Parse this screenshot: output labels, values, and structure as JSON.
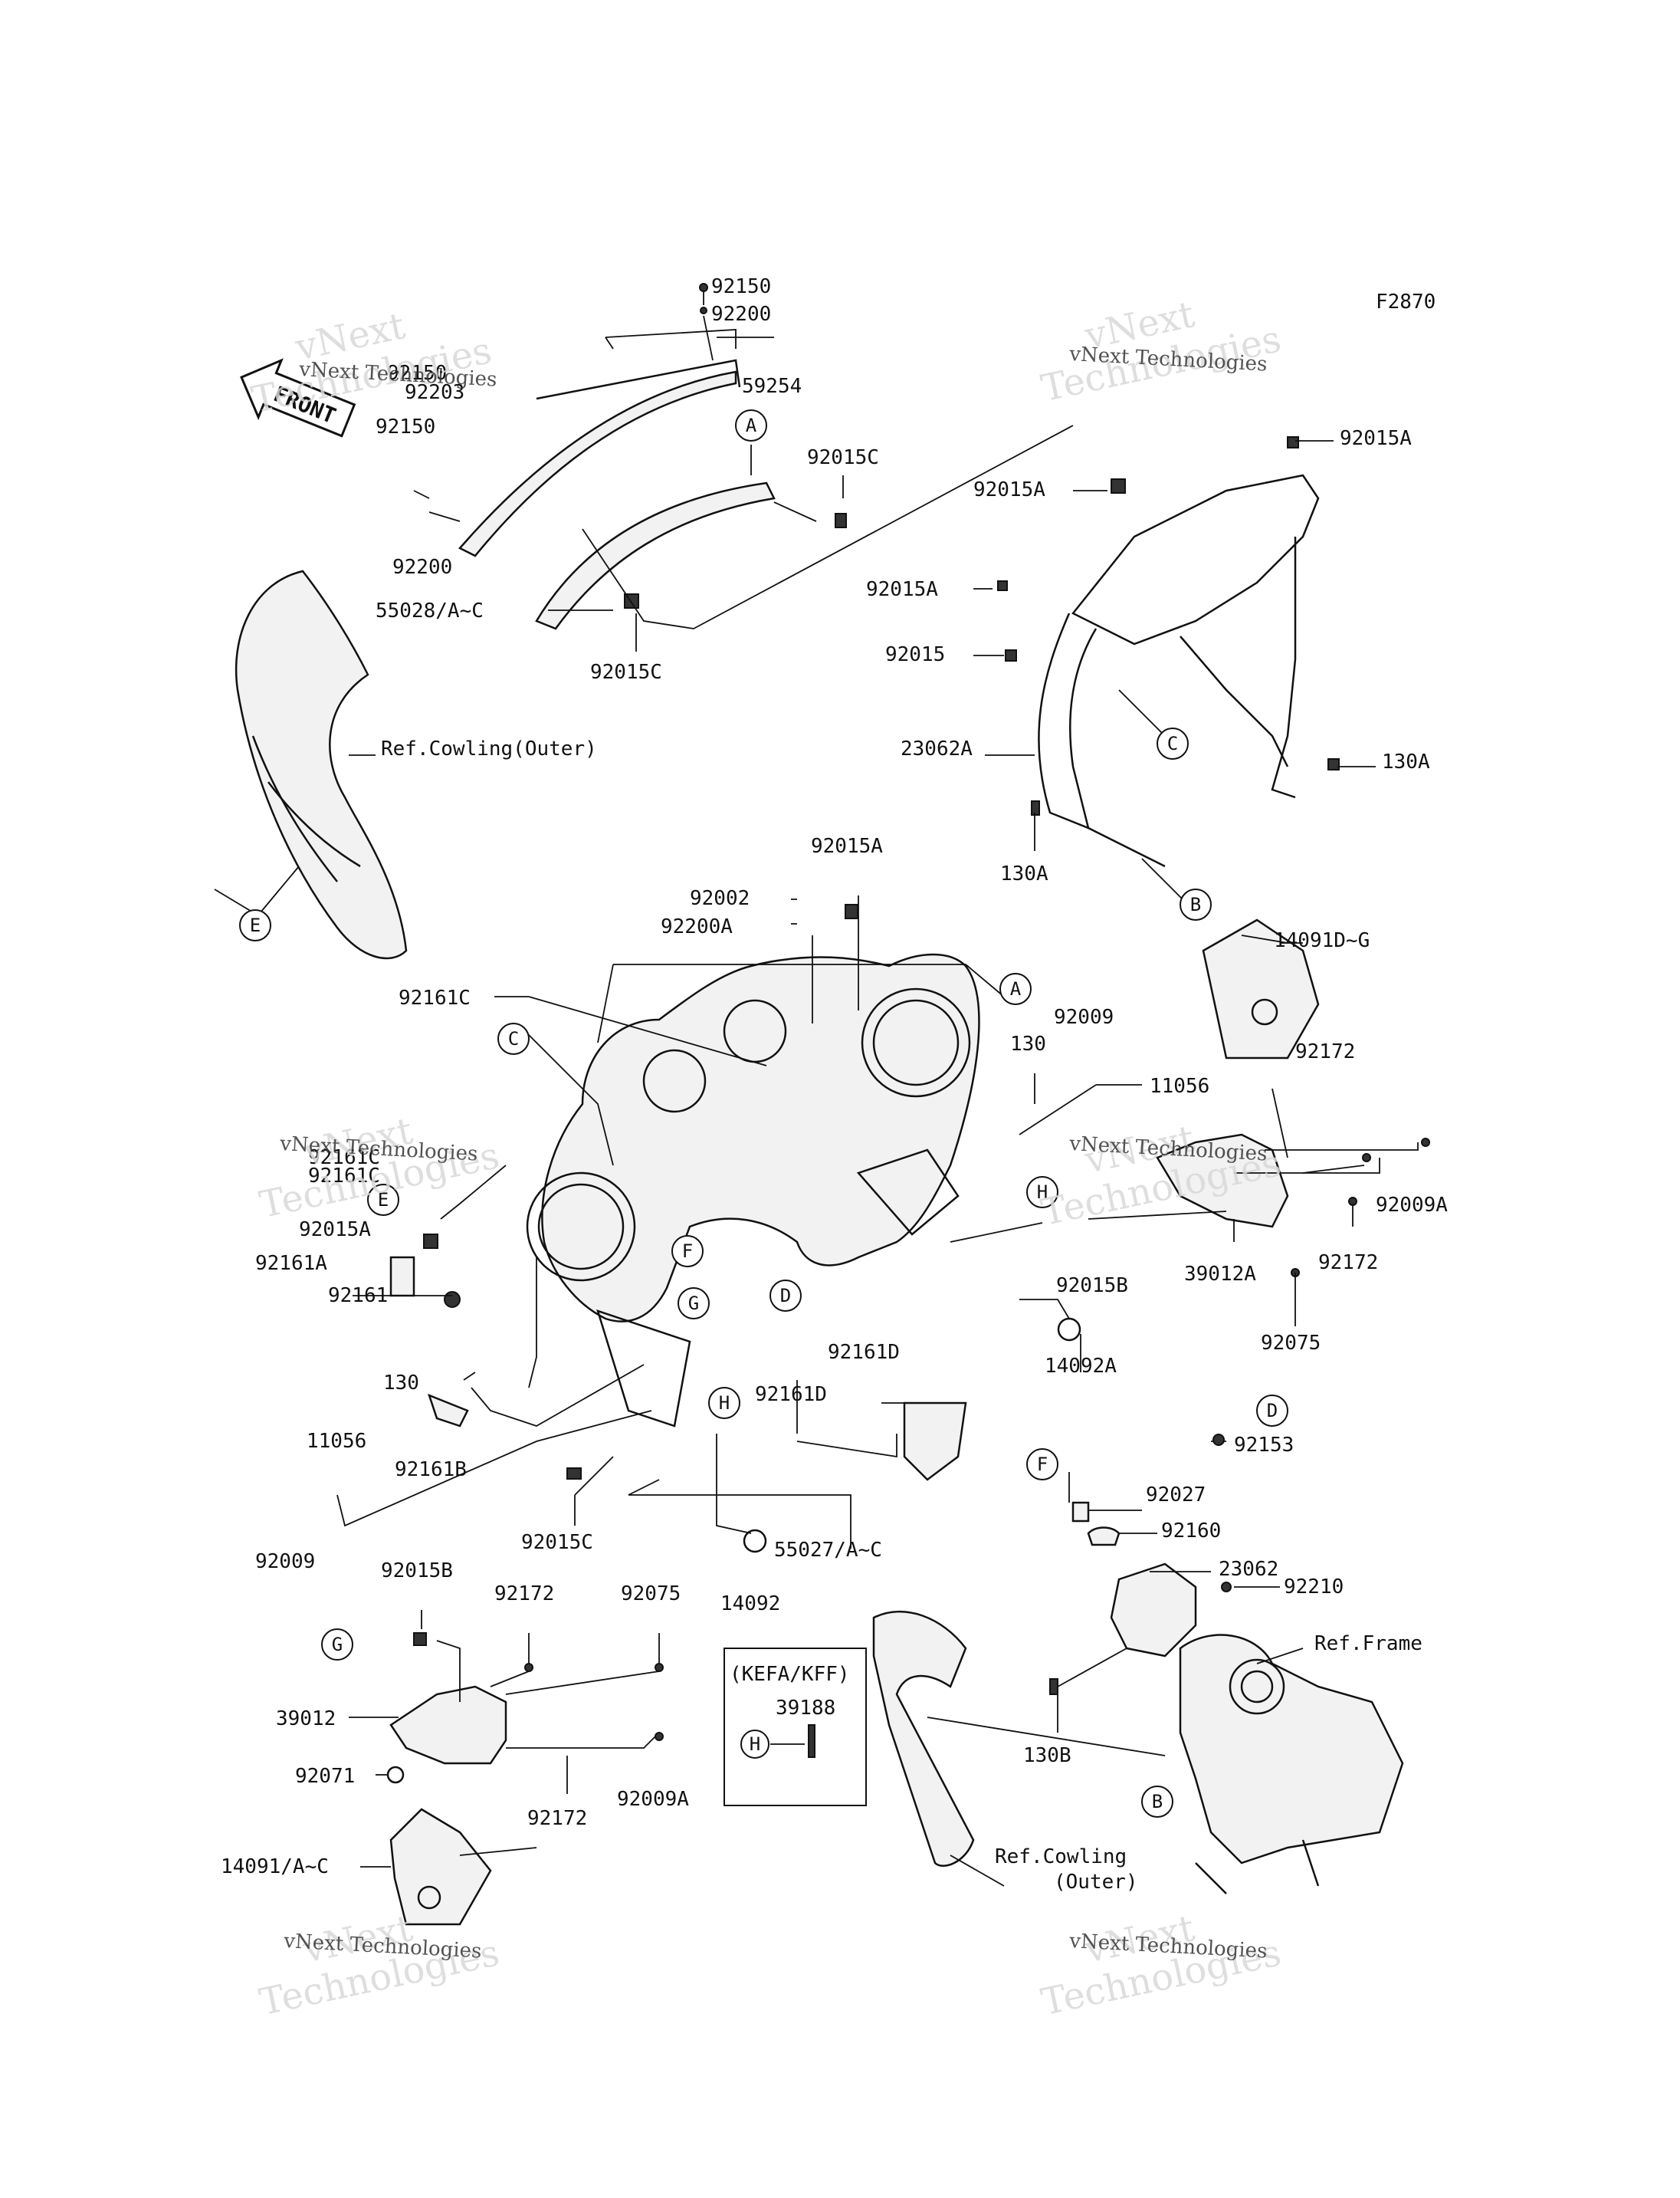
{
  "figure_code": "F2870",
  "front_tag": "FRONT",
  "watermark": {
    "line1": "vNext",
    "line2": "Technologies",
    "caption": "vNext Technologies"
  },
  "variant_box": {
    "title": "(KEFA/KFF)",
    "part": "39188",
    "ref": "H"
  },
  "callouts": {
    "top_left": [
      "92150",
      "92200",
      "59254",
      "92150",
      "92203",
      "92150",
      "92200",
      "55028/A~C",
      "92015C",
      "92015C"
    ],
    "top_right": [
      "92015A",
      "92015A",
      "92015A",
      "92015",
      "23062A",
      "130A",
      "130A"
    ],
    "center": [
      "92015A",
      "92002",
      "92200A",
      "92161C",
      "130",
      "92009",
      "11056",
      "92161C",
      "92161C",
      "92015A",
      "92161A",
      "92161",
      "130",
      "92161B",
      "11056",
      "92009",
      "92015C",
      "55027/A~C",
      "14092",
      "14092A",
      "92161D",
      "92161D"
    ],
    "center_right": [
      "14091D~G",
      "92172",
      "92009A",
      "92015B",
      "39012A",
      "92172",
      "92075",
      "92153"
    ],
    "bottom_left": [
      "92015B",
      "92172",
      "92075",
      "39012",
      "92071",
      "92172",
      "92009A",
      "14091/A~C"
    ],
    "bottom_right": [
      "92027",
      "92160",
      "23062",
      "92210",
      "130B"
    ]
  },
  "references": [
    "Ref.Cowling(Outer)",
    "Ref.Cowling",
    "(Outer)",
    "Ref.Frame"
  ],
  "ref_letters": [
    "A",
    "A",
    "B",
    "B",
    "C",
    "C",
    "D",
    "D",
    "E",
    "E",
    "F",
    "F",
    "G",
    "G",
    "H",
    "H"
  ]
}
